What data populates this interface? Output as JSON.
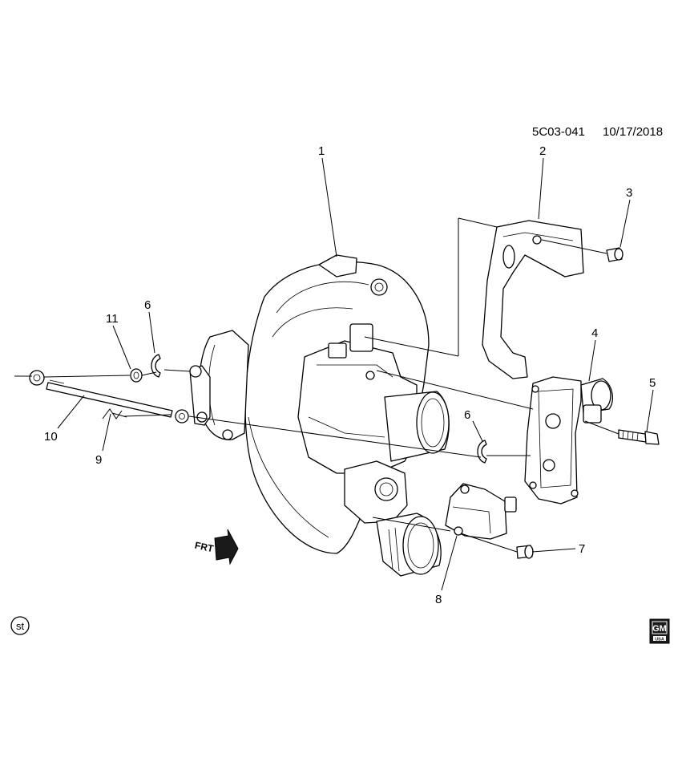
{
  "header": {
    "code": "5C03-041",
    "date": "10/17/2018"
  },
  "callouts": [
    {
      "id": "1",
      "text": "1"
    },
    {
      "id": "2",
      "text": "2"
    },
    {
      "id": "3",
      "text": "3"
    },
    {
      "id": "4",
      "text": "4"
    },
    {
      "id": "5",
      "text": "5"
    },
    {
      "id": "6a",
      "text": "6"
    },
    {
      "id": "6b",
      "text": "6"
    },
    {
      "id": "7",
      "text": "7"
    },
    {
      "id": "8",
      "text": "8"
    },
    {
      "id": "9",
      "text": "9"
    },
    {
      "id": "10",
      "text": "10"
    },
    {
      "id": "11",
      "text": "11"
    }
  ],
  "frt": {
    "text": "FRT"
  },
  "st_badge": {
    "text": "st"
  },
  "gm_logo": {
    "text": "GM",
    "sub": "USA"
  }
}
